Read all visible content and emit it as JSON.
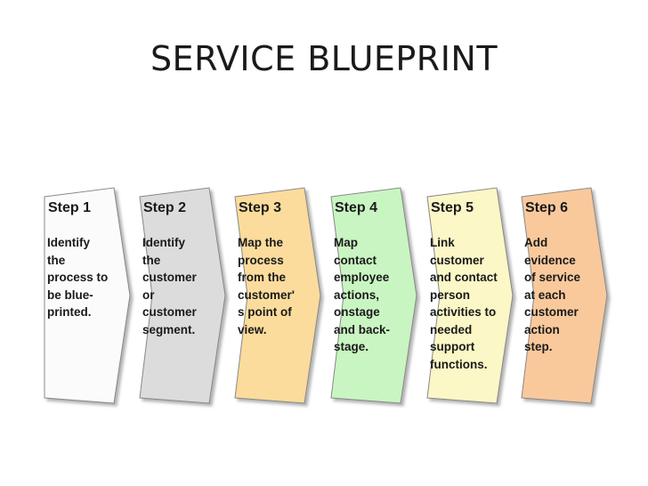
{
  "title": "SERVICE BLUEPRINT",
  "steps": [
    {
      "heading": "Step 1",
      "text": "Identify\nthe\nprocess to\nbe blue-\nprinted.",
      "color": "#fbfbfb"
    },
    {
      "heading": "Step 2",
      "text": "Identify\nthe\ncustomer\nor\ncustomer\nsegment.",
      "color": "#dcdcdc"
    },
    {
      "heading": "Step 3",
      "text": "Map the\nprocess\nfrom the\ncustomer'\ns point of\nview.",
      "color": "#fbdc9c"
    },
    {
      "heading": "Step 4",
      "text": "Map\ncontact\nemployee\nactions,\nonstage\nand back-\nstage.",
      "color": "#c9f5c2"
    },
    {
      "heading": "Step 5",
      "text": "Link\ncustomer\nand contact\nperson\nactivities to\nneeded\nsupport\nfunctions.",
      "color": "#fbf7c6"
    },
    {
      "heading": "Step 6",
      "text": "Add\nevidence\nof service\nat each\ncustomer\naction\nstep.",
      "color": "#f9c99c"
    }
  ]
}
